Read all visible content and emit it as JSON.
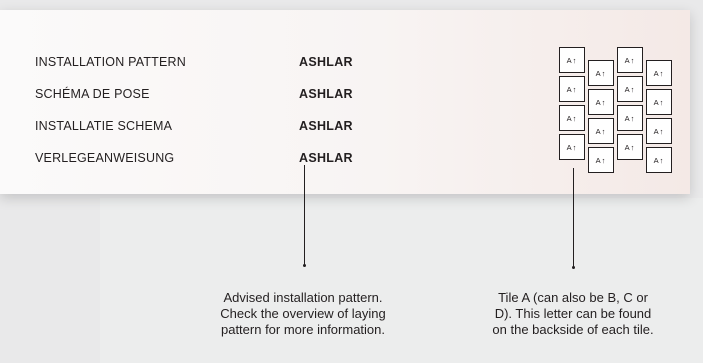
{
  "spec_table": {
    "rows": [
      {
        "label": "INSTALLATION PATTERN",
        "value": "ASHLAR"
      },
      {
        "label": "SCHÉMA DE POSE",
        "value": "ASHLAR"
      },
      {
        "label": "INSTALLATIE SCHEMA",
        "value": "ASHLAR"
      },
      {
        "label": "VERLEGEANWEISUNG",
        "value": "ASHLAR"
      }
    ]
  },
  "pattern_diagram": {
    "tile_letter": "A",
    "tile_arrow": "↑"
  },
  "callouts": {
    "pattern_note": "Advised installation pattern. Check the overview of laying pattern for more information.",
    "tile_note": "Tile A (can also be B, C or D). This letter can be found on the backside of each tile."
  }
}
